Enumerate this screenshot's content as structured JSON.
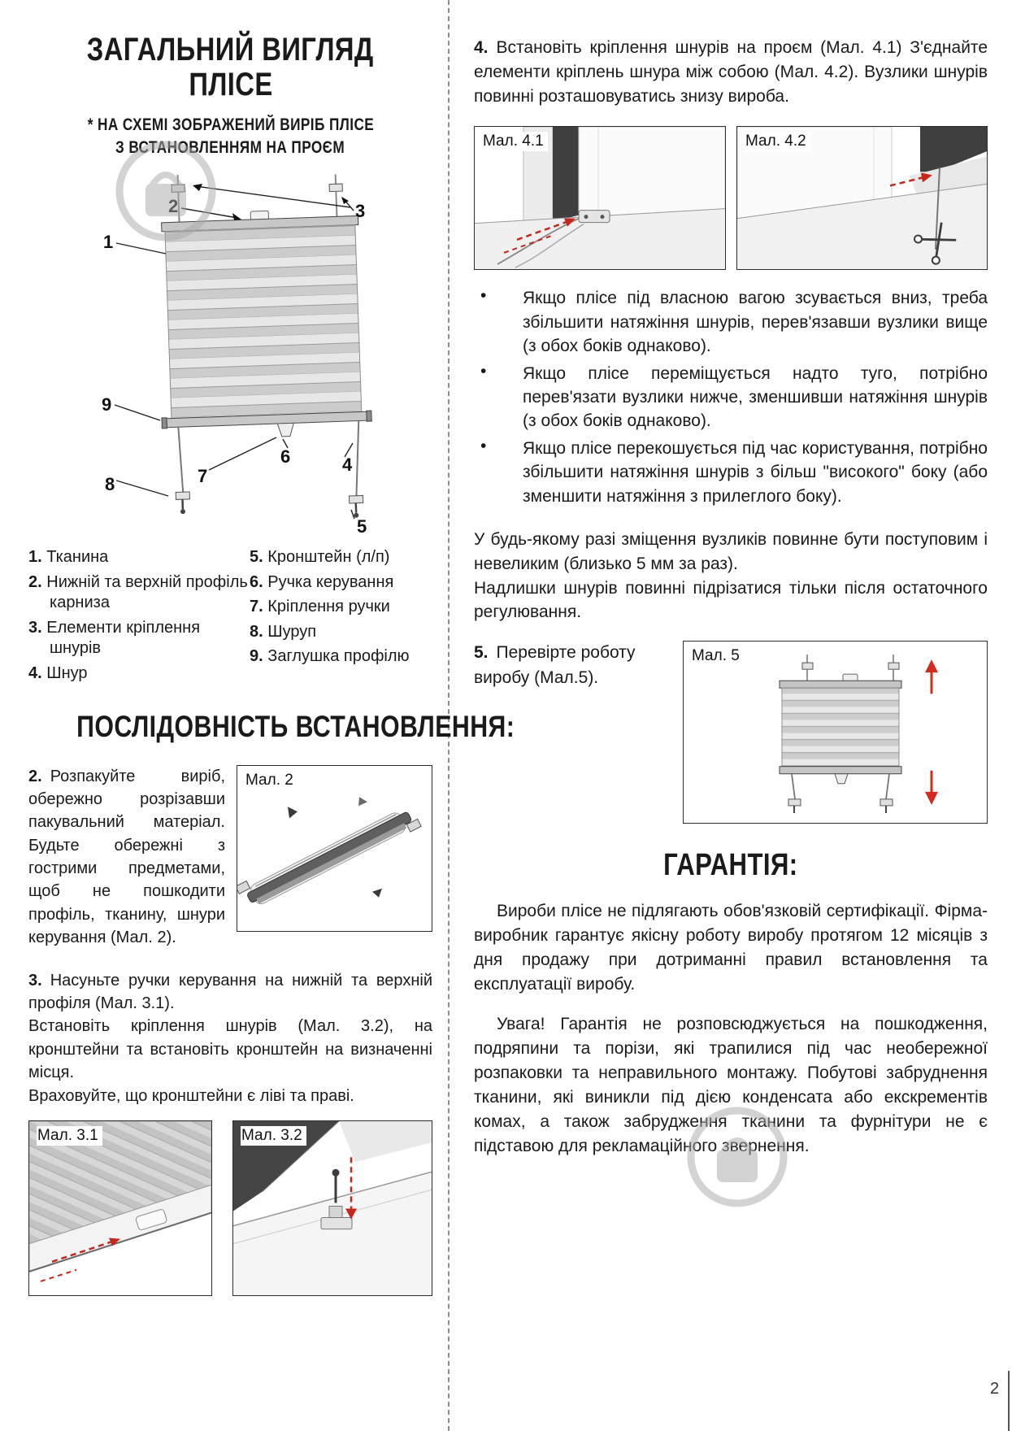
{
  "page": {
    "number": "2"
  },
  "left_column": {
    "title": {
      "line1": "ЗАГАЛЬНИЙ ВИГЛЯД",
      "line2": "ПЛІСЕ"
    },
    "subtitle": {
      "line1": "* НА СХЕМІ ЗОБРАЖЕНИЙ ВИРІБ ПЛІСЕ",
      "line2": "З ВСТАНОВЛЕННЯМ НА ПРОЄМ"
    },
    "diagram": {
      "callouts": [
        "1",
        "2",
        "3",
        "4",
        "5",
        "6",
        "7",
        "8",
        "9"
      ]
    },
    "legend": {
      "col1": [
        {
          "num": "1.",
          "label": "Тканина"
        },
        {
          "num": "2.",
          "label": "Нижній та верхній профіль карниза"
        },
        {
          "num": "3.",
          "label": "Елементи кріплення шнурів"
        },
        {
          "num": "4.",
          "label": "Шнур"
        }
      ],
      "col2": [
        {
          "num": "5.",
          "label": "Кронштейн (л/п)"
        },
        {
          "num": "6.",
          "label": "Ручка керування"
        },
        {
          "num": "7.",
          "label": "Кріплення ручки"
        },
        {
          "num": "8.",
          "label": "Шуруп"
        },
        {
          "num": "9.",
          "label": "Заглушка профілю"
        }
      ]
    },
    "sequence_heading": "ПОСЛІДОВНІСТЬ ВСТАНОВЛЕННЯ:",
    "step2": {
      "num": "2.",
      "text": "Розпакуйте виріб, обережно розрізавши пакувальний матеріал. Будьте обережні з гострими предметами, щоб не пошкодити профіль, тканину, шнури керування (Мал. 2)."
    },
    "step3": {
      "num": "3.",
      "p1": "Насуньте ручки керування на нижній та верхній профіля (Мал. 3.1).",
      "p2": "Встановіть кріплення шнурів (Мал. 3.2), на кронштейни та встановіть кронштейн на визначенні місця.",
      "p3": "Враховуйте, що кронштейни є ліві та праві."
    },
    "figures": {
      "fig2": "Мал. 2",
      "fig31": "Мал. 3.1",
      "fig32": "Мал. 3.2"
    }
  },
  "right_column": {
    "step4": {
      "num": "4.",
      "text": "Встановіть кріплення шнурів на проєм (Мал. 4.1) З'єднайте елементи кріплень шнура між собою (Мал. 4.2). Вузлики шнурів повинні розташовуватись знизу вироба."
    },
    "figures": {
      "fig41": "Мал. 4.1",
      "fig42": "Мал. 4.2",
      "fig5": "Мал. 5"
    },
    "bullet_marker": "•",
    "bullets": [
      "Якщо плісе під власною вагою зсувається вниз, треба збільшити натяжіння шнурів, перев'язавши вузлики вище (з обох боків однаково).",
      "Якщо плісе переміщується надто туго, потрібно перев'язати вузлики нижче, зменшивши натяжіння шнурів (з обох боків однаково).",
      "Якщо плісе перекошується під час користування, потрібно збільшити натяжіння шнурів з більш \"високого\" боку (або зменшити натяжіння з прилеглого боку)."
    ],
    "note": {
      "p1": "У будь-якому разі зміщення вузликів повинне бути поступовим і невеликим (близько 5 мм за раз).",
      "p2": "Надлишки шнурів повинні підрізатися тільки після остаточного регулювання."
    },
    "step5": {
      "num": "5.",
      "text": "Перевірте роботу виробу (Мал.5)."
    },
    "warranty": {
      "heading": "ГАРАНТІЯ:",
      "p1": "Вироби плісе не підлягають обов'язковій сертифікації. Фірма-виробник гарантує якісну роботу виробу протягом 12 місяців з дня продажу при дотриманні правил встановлення та експлуатації виробу.",
      "p2": "Увага! Гарантія не розповсюджується на пошкодження, подряпини та порізи, які трапилися під час необережної розпаковки та неправильного монтажу. Побутові забруднення тканини, які виникли під дією конденсата або екскрементів комах, а також забрудження тканини та фурнітури не є підставою для рекламаційного звернення."
    }
  },
  "colors": {
    "accent_red": "#c4281c",
    "divider_gray": "#8f8f8f",
    "watermark_gray": "#a9a9a9"
  }
}
